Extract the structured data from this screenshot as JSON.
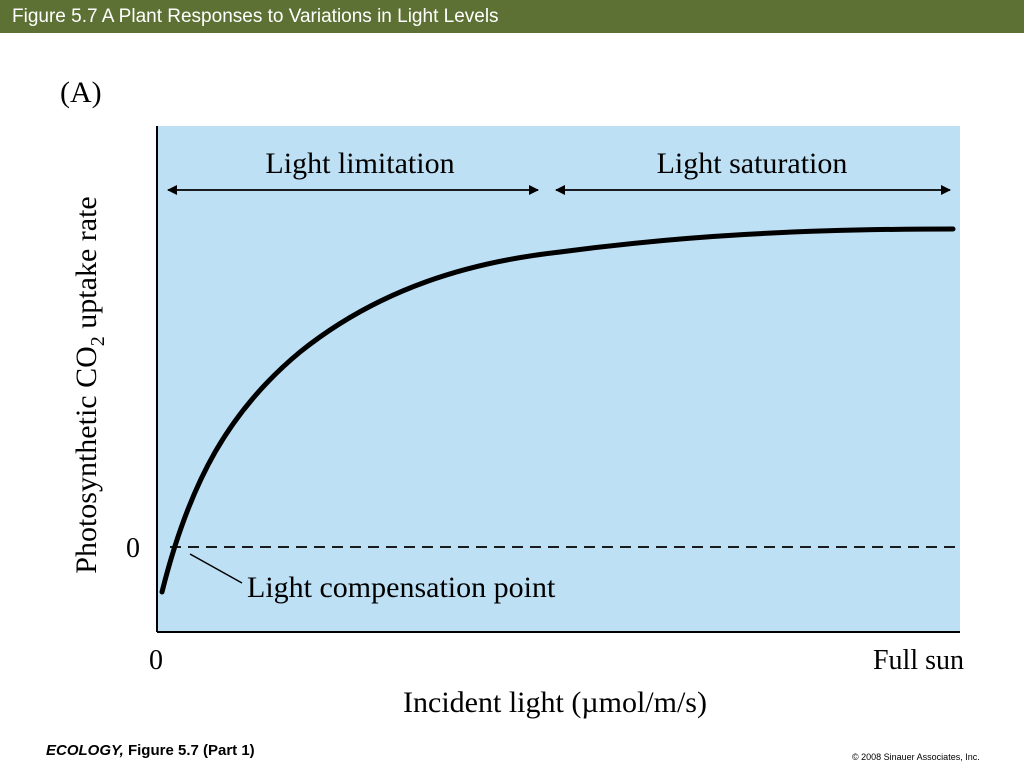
{
  "header": {
    "title": "Figure 5.7 A  Plant Responses to Variations in Light Levels",
    "bar_color": "#5e7134"
  },
  "figure": {
    "panel_label": "(A)",
    "plot_background": "#bde0f4",
    "y_axis_label_main": "Photosynthetic CO",
    "y_axis_label_sub": "2",
    "y_axis_label_end": " uptake rate",
    "y_zero_label": "0",
    "x_start_label": "0",
    "x_end_label": "Full sun",
    "x_axis_label": "Incident light (µmol/m/s)",
    "region_left_label": "Light limitation",
    "region_right_label": "Light saturation",
    "compensation_label": "Light compensation point"
  },
  "footer": {
    "book": "ECOLOGY,",
    "figure_ref": " Figure 5.7 (Part 1)",
    "copyright": "© 2008 Sinauer Associates, Inc."
  }
}
